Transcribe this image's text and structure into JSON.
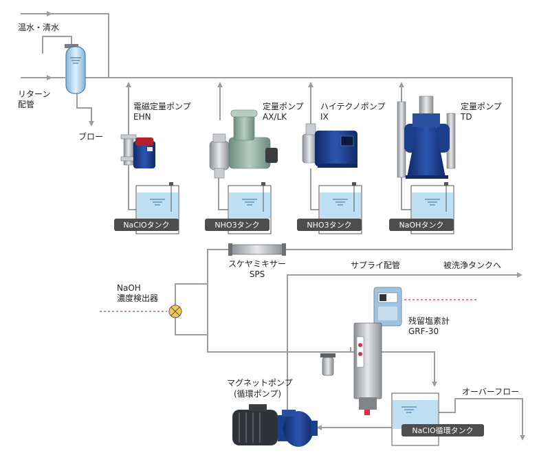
{
  "labels": {
    "hot_clean_water": "温水・清水",
    "return_pipe_1": "リターン",
    "return_pipe_2": "配管",
    "blow": "ブロー",
    "pump_ehn_1": "電磁定量ポンプ",
    "pump_ehn_2": "EHN",
    "pump_ax_1": "定量ポンプ",
    "pump_ax_2": "AX/LK",
    "pump_ix_1": "ハイテクノポンプ",
    "pump_ix_2": "IX",
    "pump_td_1": "定量ポンプ",
    "pump_td_2": "TD",
    "static_mixer_1": "スケヤミキサー",
    "static_mixer_2": "SPS",
    "supply_pipe": "サプライ配管",
    "to_wash_tank": "被洗浄タンクへ",
    "naoh_detector_1": "NaOH",
    "naoh_detector_2": "濃度検出器",
    "chlorine_meter_1": "残留塩素計",
    "chlorine_meter_2": "GRF-30",
    "overflow": "オーバーフロー",
    "mag_pump_1": "マグネットポンプ",
    "mag_pump_2": "(循環ポンプ)"
  },
  "tanks": {
    "naclo": "NaClOタンク",
    "nho3_1": "NHO3タンク",
    "nho3_2": "NHO3タンク",
    "naoh": "NaOHタンク",
    "naclo_circ": "NaClO循環タンク"
  },
  "colors": {
    "pipe": "#9a9ea3",
    "water": "#bfe0f4",
    "pump_blue": "#1c3f8c",
    "pump_green": "#8aa69a",
    "signal_red": "#d9304a",
    "detector_yellow": "#f2c94c"
  }
}
